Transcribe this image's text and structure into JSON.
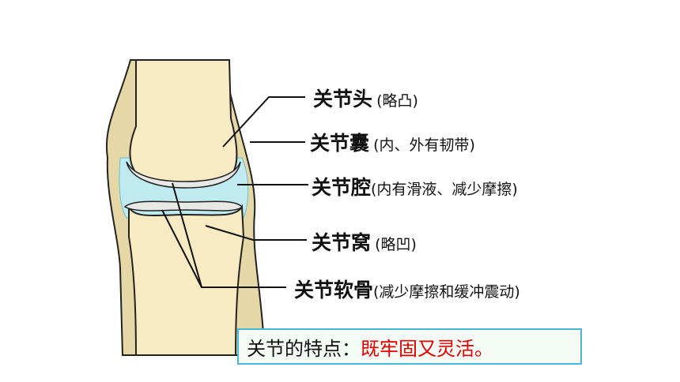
{
  "labels": [
    {
      "term": "关节头",
      "desc": "(略凸)"
    },
    {
      "term": "关节囊",
      "desc": "(内、外有韧带)"
    },
    {
      "term": "关节腔",
      "desc": "(内有滑液、减少摩擦)"
    },
    {
      "term": "关节窝",
      "desc": "(略凹)"
    },
    {
      "term": "关节软骨",
      "desc": "(减少摩擦和缓冲震动)"
    }
  ],
  "summary": {
    "prefix": "关节的特点：",
    "highlight": "既牢固又灵活。"
  },
  "colors": {
    "bone": "#f8eac3",
    "capsule": "#e6d8a6",
    "cavity": "#bfeaef",
    "cartilage": "#e8e8e6",
    "outline": "#222222",
    "highlight": "#e00000",
    "box_border": "#4fb6d8"
  }
}
